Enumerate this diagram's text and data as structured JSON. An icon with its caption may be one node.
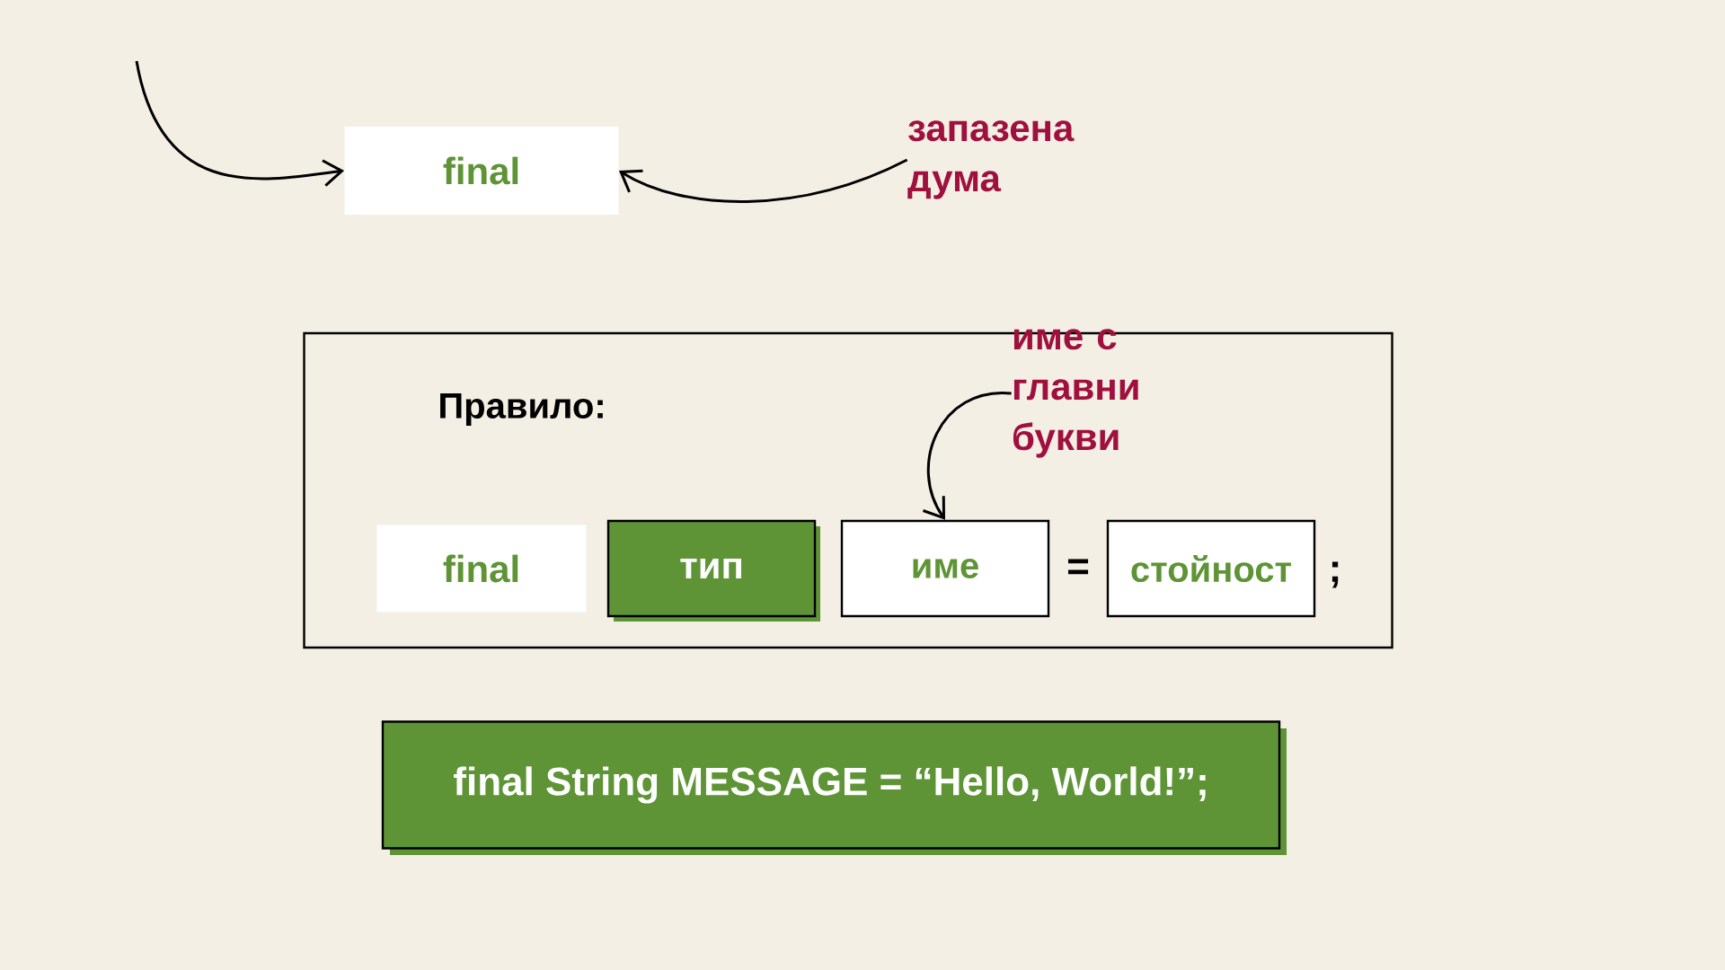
{
  "diagram": {
    "nodes": [
      {
        "text": [
          "final"
        ]
      },
      {
        "text": [
          "запазена дума"
        ]
      },
      {
        "text": [
          "Правило:"
        ]
      },
      {
        "text": [
          "final"
        ],
        "in": 2
      },
      {
        "text": [
          "тип"
        ],
        "in": 2
      },
      {
        "text": [
          "име"
        ],
        "in": 2
      },
      {
        "text": [
          "стойност"
        ],
        "in": 2
      },
      {
        "text": [
          "име с главни букви"
        ],
        "in": 2
      },
      {
        "text": [
          "final String MESSAGE = “Hello, World!”;"
        ]
      }
    ],
    "edges": [
      {
        "from": null,
        "to": 0,
        "arrow": "to"
      },
      {
        "from": 1,
        "to": 0,
        "arrow": "to"
      },
      {
        "from": 7,
        "to": 5,
        "arrow": "to"
      }
    ],
    "labels": [
      "=",
      ";"
    ]
  }
}
